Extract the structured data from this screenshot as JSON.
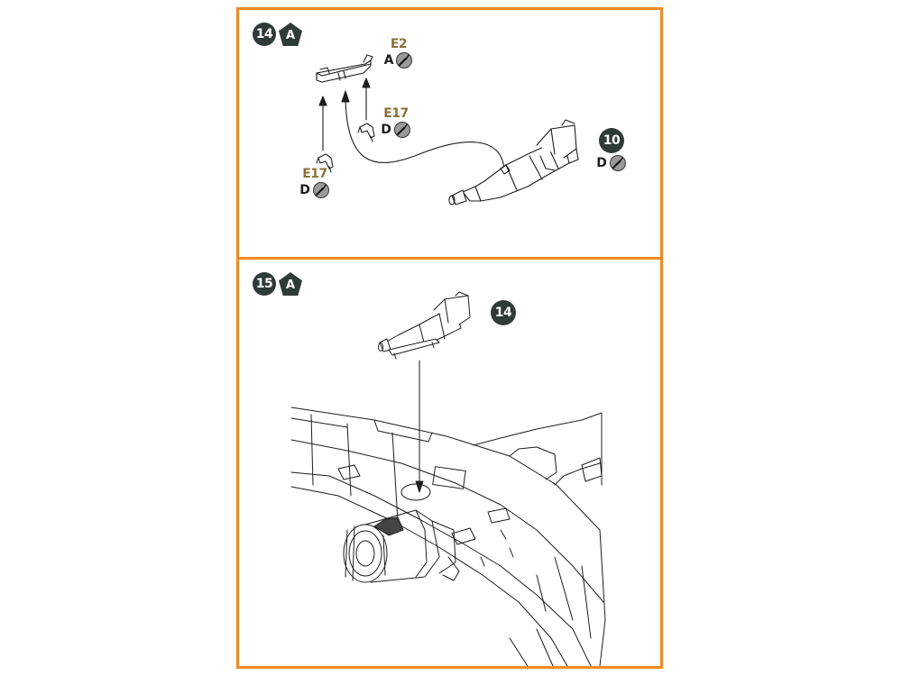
{
  "colors": {
    "border": "#f08a24",
    "badge": "#2f3b39",
    "part": "#8a7038"
  },
  "steps": [
    {
      "number": "14",
      "sprue": "A",
      "callouts": [
        {
          "part": "E2",
          "sprue": "A",
          "icon": "glue-icon"
        },
        {
          "part": "E17",
          "sprue": "D",
          "icon": "glue-icon"
        },
        {
          "part": "E17",
          "sprue": "D",
          "icon": "glue-icon"
        },
        {
          "part": "10",
          "sprue": "D",
          "icon": "glue-icon"
        }
      ]
    },
    {
      "number": "15",
      "sprue": "A",
      "subassembly_ref": "14"
    }
  ]
}
